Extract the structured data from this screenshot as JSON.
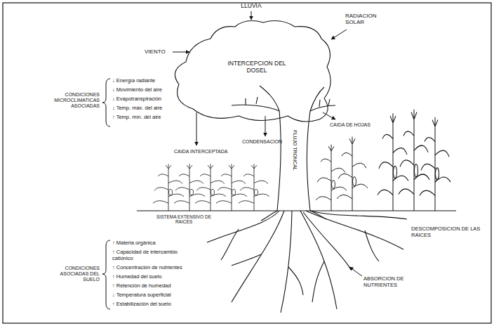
{
  "diagram": {
    "labels": [
      "LLUVIA",
      "RADIACION SOLAR",
      "VIENTO",
      "INTERCEPCION DEL DOSEL",
      "CONDICIONES MICROCLIMATICAS ASOCIADAS",
      "↓ Energía radiante",
      "↓ Movimiento del aire",
      "↓ Evapotranspiración",
      "↓ Temp. máx. del aire",
      "↑ Temp. mín. del aire",
      "CONDENSACION",
      "CAIDA INTERCEPTADA",
      "FLUJO TRONCAL",
      "CAIDA DE HOJAS",
      "SISTEMA EXTENSIVO DE RAICES",
      "DESCOMPOSICION DE LAS RAICES",
      "ABSORCION DE NUTRIENTES",
      "CONDICIONES ASOCIADAS DEL SUELO",
      "↑ Materia orgánica",
      "↑ Capacidad de intercambio catiónico",
      "↑ Concentración de nutrientes",
      "↑ Humedad del suelo",
      "↑ Retención de humedad",
      "↓ Temperatura superficial",
      "↑ Estabilización del suelo"
    ]
  }
}
